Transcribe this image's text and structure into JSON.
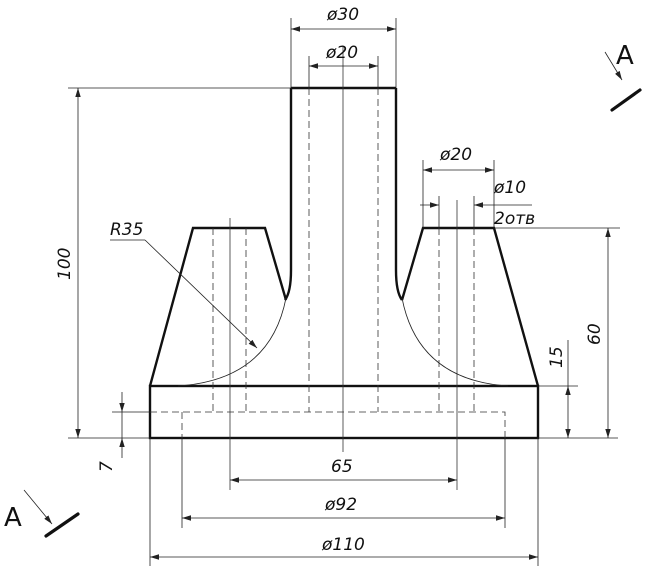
{
  "dimensions": {
    "d30": "ø30",
    "d20_top": "ø20",
    "d20_right": "ø20",
    "d10": "ø10",
    "holes": "2отв",
    "r35": "R35",
    "h100": "100",
    "h60": "60",
    "h15": "15",
    "h7": "7",
    "w65": "65",
    "d92": "ø92",
    "d110": "ø110"
  },
  "section": {
    "top_label": "A",
    "bottom_label": "A"
  },
  "colors": {
    "line": "#111111",
    "background": "#ffffff"
  }
}
